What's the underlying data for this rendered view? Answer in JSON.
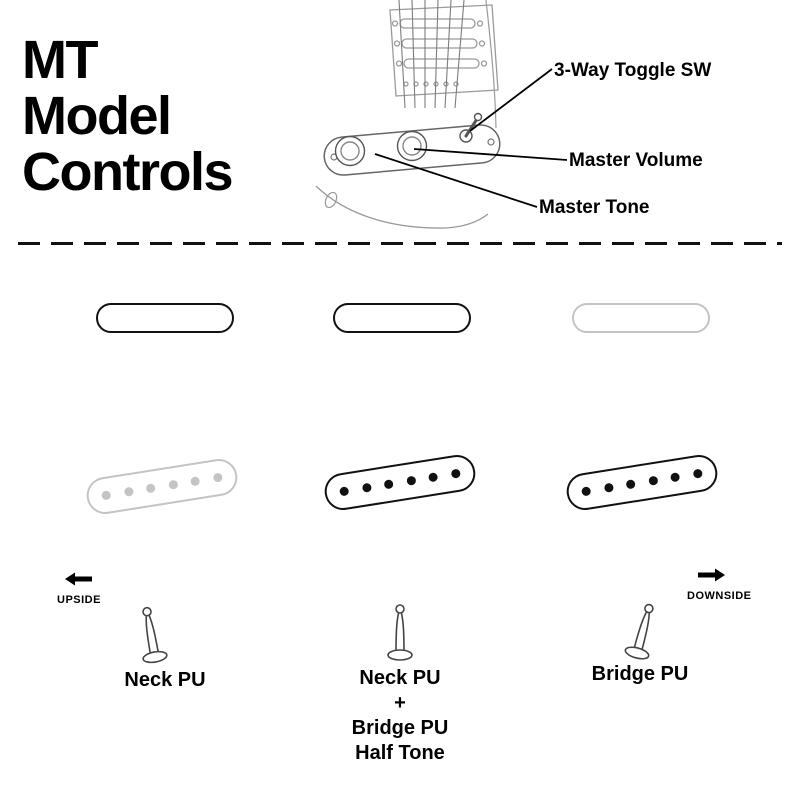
{
  "title": {
    "line1": "MT",
    "line2": "Model",
    "line3": "Controls"
  },
  "callouts": {
    "toggle_switch": "3-Way Toggle SW",
    "master_volume": "Master Volume",
    "master_tone": "Master Tone"
  },
  "legend": {
    "upside": "UPSIDE",
    "downside": "DOWNSIDE"
  },
  "positions": [
    {
      "name": "neck",
      "labels": {
        "l1": "Neck PU"
      },
      "neck_pickup_active": true,
      "bridge_pickup_active": false,
      "lever": "left"
    },
    {
      "name": "neck-plus-bridge-half-tone",
      "labels": {
        "l1": "Neck PU",
        "l2": "+",
        "l3": "Bridge PU",
        "l4": "Half Tone"
      },
      "neck_pickup_active": true,
      "bridge_pickup_active": true,
      "lever": "center"
    },
    {
      "name": "bridge",
      "labels": {
        "l1": "Bridge PU"
      },
      "neck_pickup_active": false,
      "bridge_pickup_active": true,
      "lever": "right"
    }
  ],
  "colors": {
    "active": "#111111",
    "inactive": "#c4c4c4",
    "ink": "#000000"
  }
}
